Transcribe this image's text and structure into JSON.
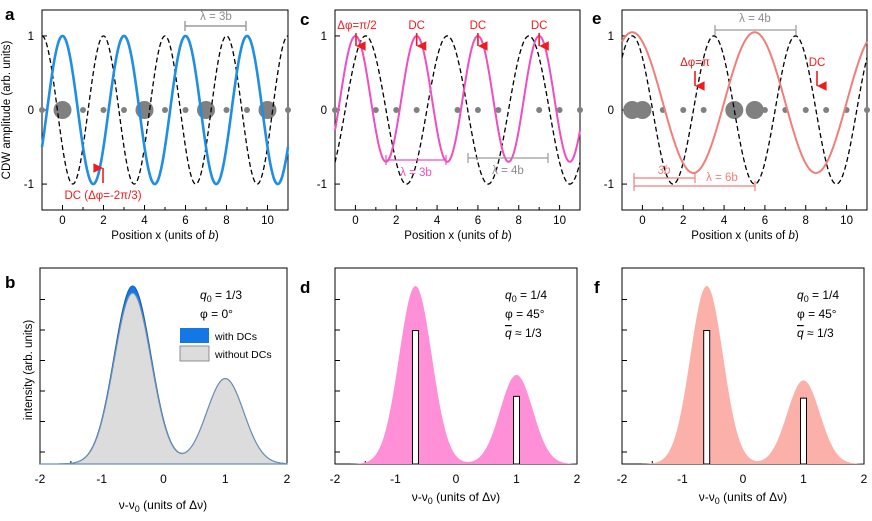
{
  "colors": {
    "blue": "#1f8ee3",
    "pink": "#ee4fbf",
    "salmon": "#f07e7a",
    "red": "#ee1c1c",
    "gray_dot": "#808080",
    "gray_line": "#9a9a9a",
    "b_fill_with": "#1477e6",
    "b_fill_without": "#dcdcdc",
    "d_fill": "#ff8fd6",
    "f_fill": "#fbb1aa"
  },
  "panels": {
    "a": {
      "label": "a"
    },
    "b": {
      "label": "b"
    },
    "c": {
      "label": "c"
    },
    "d": {
      "label": "d"
    },
    "e": {
      "label": "e"
    },
    "f": {
      "label": "f"
    }
  },
  "axes": {
    "top_ylabel": "CDW amplitude (arb. units)",
    "top_xlabel_prefix": "Position x (units of ",
    "top_xlabel_var": "b",
    "top_xlabel_suffix": ")",
    "bottom_ylabel": "intensity (arb. units)",
    "bottom_xlabel": "ν-ν",
    "bottom_xlabel_sub": "0",
    "bottom_xlabel_suffix": " (units of Δν)"
  },
  "annotations": {
    "a_lambda": "λ = 3b",
    "a_dc": "DC (Δφ=-2π/3)",
    "c_dphi": "Δφ=π/2",
    "c_dc": "DC",
    "c_lambda3": "λ = 3b",
    "c_lambda4": "λ = 4b",
    "e_lambda4": "λ = 4b",
    "e_dphi": "Δφ=π",
    "e_dc": "DC",
    "e_3b": "3b",
    "e_lambda6": "λ = 6b"
  },
  "legends": {
    "b": {
      "q0": "q",
      "q0_sub": "0",
      "q0_val": " = 1/3",
      "phi": "φ = 0°",
      "with": "with DCs",
      "without": "without DCs"
    },
    "d": {
      "q0": "q",
      "q0_sub": "0",
      "q0_val": " = 1/4",
      "phi": "φ = 45°",
      "qbar": "q",
      "qbar_val": " ≈ 1/3"
    },
    "f": {
      "q0": "q",
      "q0_sub": "0",
      "q0_val": " = 1/4",
      "phi": "φ = 45°",
      "qbar": "q",
      "qbar_val": " ≈ 1/3"
    }
  },
  "chart_data": [
    {
      "panel": "a",
      "type": "line",
      "xlabel": "Position x (units of b)",
      "ylabel": "CDW amplitude (arb. units)",
      "xlim": [
        -1,
        11
      ],
      "ylim": [
        -1.35,
        1.35
      ],
      "xticks": [
        0,
        2,
        4,
        6,
        8,
        10
      ],
      "yticks": [
        -1,
        0,
        1
      ],
      "series": [
        {
          "style": "solid",
          "description": "cos(2πx/3) with discommensuration at x=2"
        },
        {
          "style": "dashed",
          "description": "cos(2π(x-2)/3) reference"
        }
      ],
      "large_atoms": [
        0,
        4,
        7,
        10
      ],
      "small_atoms": [
        -1,
        1,
        2,
        3,
        5,
        6,
        8,
        9,
        11
      ]
    },
    {
      "panel": "b",
      "type": "area",
      "xlabel": "ν-ν0 (units of Δν)",
      "ylabel": "intensity (arb. units)",
      "xlim": [
        -2,
        2
      ],
      "xticks": [
        -2,
        -1,
        0,
        1,
        2
      ],
      "series": [
        {
          "name": "with DCs",
          "peaks": [
            {
              "x": -0.5,
              "height": 1.0
            },
            {
              "x": 1.0,
              "height": 0.48
            }
          ]
        },
        {
          "name": "without DCs",
          "peaks": [
            {
              "x": -0.5,
              "height": 0.96
            },
            {
              "x": 1.0,
              "height": 0.48
            }
          ]
        }
      ]
    },
    {
      "panel": "c",
      "type": "line",
      "xlabel": "Position x (units of b)",
      "ylabel": "",
      "xlim": [
        -1,
        11
      ],
      "ylim": [
        -1.35,
        1.35
      ],
      "xticks": [
        0,
        2,
        4,
        6,
        8,
        10
      ],
      "yticks": [
        -1,
        0,
        1
      ],
      "dc_positions": [
        3,
        6,
        9
      ],
      "dphi_position": 0
    },
    {
      "panel": "d",
      "type": "area",
      "xlabel": "ν-ν0 (units of Δν)",
      "ylabel": "",
      "xlim": [
        -2,
        2
      ],
      "xticks": [
        -2,
        -1,
        0,
        1,
        2
      ],
      "peaks": [
        {
          "x": -0.67,
          "height": 1.0
        },
        {
          "x": 1.0,
          "height": 0.5
        }
      ],
      "sticks": [
        {
          "x": -0.67,
          "height": 0.75
        },
        {
          "x": 1.0,
          "height": 0.38
        }
      ]
    },
    {
      "panel": "e",
      "type": "line",
      "xlabel": "Position x (units of b)",
      "ylabel": "",
      "xlim": [
        -1,
        11
      ],
      "ylim": [
        -1.35,
        1.35
      ],
      "xticks": [
        0,
        2,
        4,
        6,
        8,
        10
      ],
      "yticks": [
        -1,
        0,
        1
      ],
      "dc_positions": [
        8.5
      ],
      "dphi_position": 2.5
    },
    {
      "panel": "f",
      "type": "area",
      "xlabel": "ν-ν0 (units of Δν)",
      "ylabel": "",
      "xlim": [
        -2,
        2
      ],
      "xticks": [
        -2,
        -1,
        0,
        1,
        2
      ],
      "peaks": [
        {
          "x": -0.6,
          "height": 1.0
        },
        {
          "x": 1.0,
          "height": 0.47
        }
      ],
      "sticks": [
        {
          "x": -0.6,
          "height": 0.75
        },
        {
          "x": 1.0,
          "height": 0.37
        }
      ]
    }
  ]
}
